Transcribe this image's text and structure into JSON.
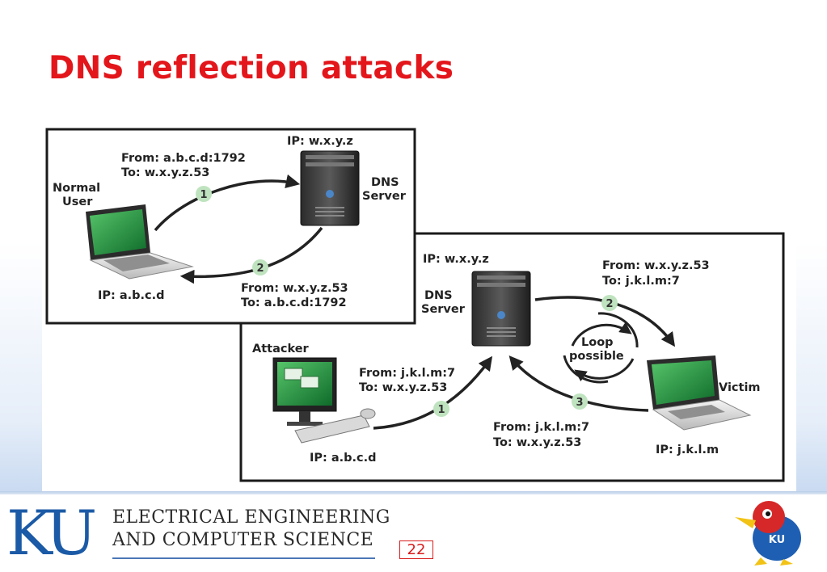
{
  "slide": {
    "title": "DNS reflection attacks",
    "page_number": "22"
  },
  "footer": {
    "logo_text": "KU",
    "dept_line1": "ELECTRICAL ENGINEERING",
    "dept_line2": "AND COMPUTER SCIENCE"
  },
  "normal_panel": {
    "server_ip": "IP: w.x.y.z",
    "server_label_line1": "DNS",
    "server_label_line2": "Server",
    "user_label_line1": "Normal",
    "user_label_line2": "User",
    "user_ip": "IP: a.b.c.d",
    "step1_number": "1",
    "step1_from": "From: a.b.c.d:1792",
    "step1_to": "To: w.x.y.z.53",
    "step2_number": "2",
    "step2_from": "From: w.x.y.z.53",
    "step2_to": "To: a.b.c.d:1792"
  },
  "attack_panel": {
    "server_ip": "IP: w.x.y.z",
    "server_label_line1": "DNS",
    "server_label_line2": "Server",
    "attacker_label": "Attacker",
    "attacker_ip": "IP: a.b.c.d",
    "victim_label": "Victim",
    "victim_ip": "IP: j.k.l.m",
    "loop_line1": "Loop",
    "loop_line2": "possible",
    "step1_number": "1",
    "step1_from": "From: j.k.l.m:7",
    "step1_to": "To: w.x.y.z.53",
    "step2_number": "2",
    "step2_from": "From: w.x.y.z.53",
    "step2_to": "To: j.k.l.m:7",
    "step3_number": "3",
    "step3_from": "From: j.k.l.m:7",
    "step3_to": "To: w.x.y.z.53"
  }
}
